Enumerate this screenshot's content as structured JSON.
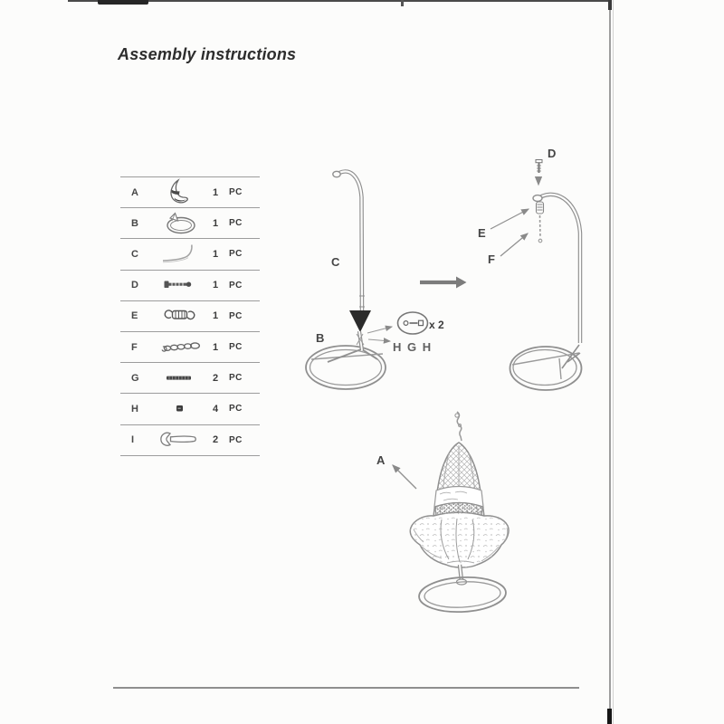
{
  "page": {
    "title": "Assembly instructions"
  },
  "colors": {
    "paper": "#fcfcfb",
    "ink": "#3b3b3b",
    "line_art": "#8f8f8f",
    "edge_dark": "#1a1a1a"
  },
  "parts_table": {
    "rows": [
      {
        "letter": "A",
        "icon": "hanging-chair-part-icon",
        "qty": "1",
        "unit": "PC"
      },
      {
        "letter": "B",
        "icon": "stand-base-part-icon",
        "qty": "1",
        "unit": "PC"
      },
      {
        "letter": "C",
        "icon": "stand-pole-part-icon",
        "qty": "1",
        "unit": "PC"
      },
      {
        "letter": "D",
        "icon": "bolt-part-icon",
        "qty": "1",
        "unit": "PC"
      },
      {
        "letter": "E",
        "icon": "spring-part-icon",
        "qty": "1",
        "unit": "PC"
      },
      {
        "letter": "F",
        "icon": "chain-part-icon",
        "qty": "1",
        "unit": "PC"
      },
      {
        "letter": "G",
        "icon": "threaded-rod-part-icon",
        "qty": "2",
        "unit": "PC"
      },
      {
        "letter": "H",
        "icon": "nut-part-icon",
        "qty": "4",
        "unit": "PC"
      },
      {
        "letter": "I",
        "icon": "wrench-part-icon",
        "qty": "2",
        "unit": "PC"
      }
    ]
  },
  "diagrams": {
    "stand_assembly": {
      "pole_label": "C",
      "base_label": "B",
      "hardware_callout": "x 2",
      "hardware_sequence": "H G H"
    },
    "stand_assembled": {
      "bolt_label": "D",
      "spring_label": "E",
      "chain_label": "F"
    },
    "chair_assembled": {
      "chair_label": "A"
    }
  }
}
